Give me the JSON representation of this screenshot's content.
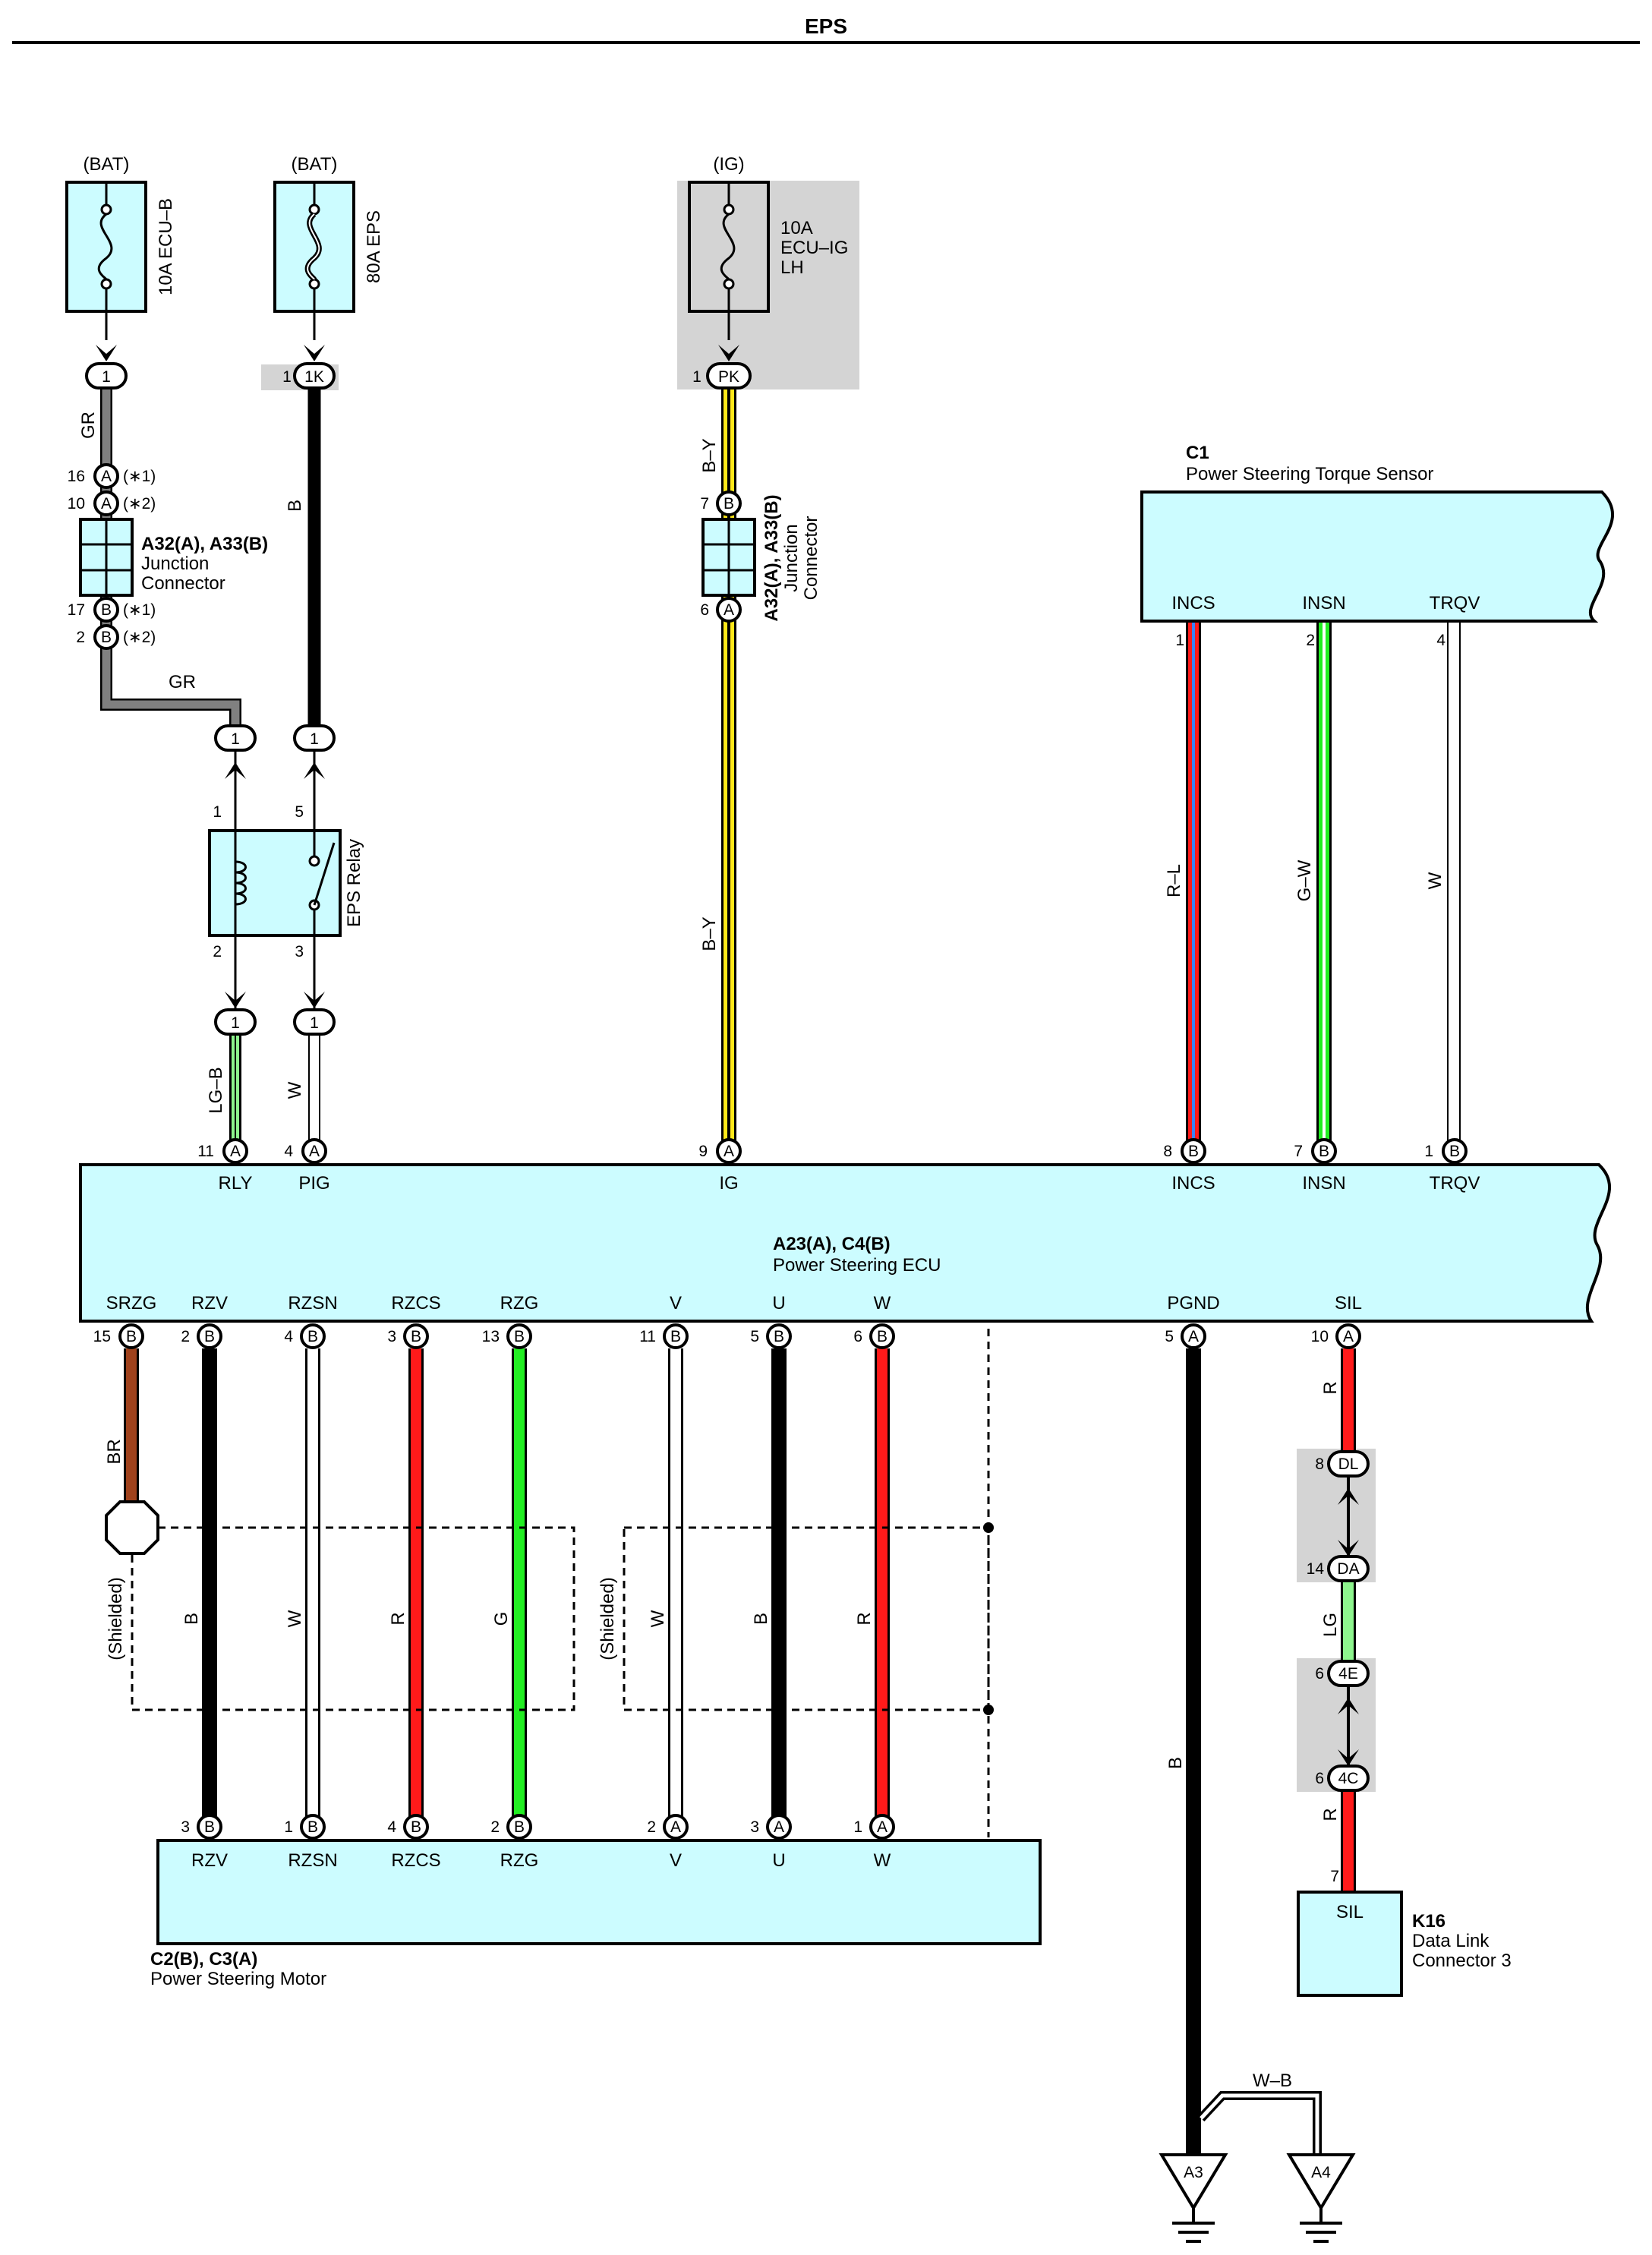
{
  "title": "EPS",
  "colors": {
    "box_fill": "#ccfcff",
    "gray_fill": "#d4d4d4",
    "B": "#000000",
    "W": "#ffffff",
    "R": "#ff1a1a",
    "G": "#22ee22",
    "GR": "#808080",
    "BR": "#a0421c",
    "Y": "#ffe81a",
    "L": "#3b82f6",
    "LG": "#8df58d"
  },
  "fuses": {
    "ecub": {
      "source": "(BAT)",
      "name": "10A ECU–B"
    },
    "eps": {
      "source": "(BAT)",
      "name": "80A EPS"
    },
    "ecuig": {
      "source": "(IG)",
      "line1": "10A",
      "line2": "ECU–IG",
      "line3": "LH"
    }
  },
  "junction_left": {
    "line1": "A32(A), A33(B)",
    "line2": "Junction",
    "line3": "Connector"
  },
  "junction_mid": {
    "line1": "A32(A), A33(B)",
    "line2": "Junction",
    "line3": "Connector"
  },
  "relay": {
    "name": "EPS Relay"
  },
  "torque_sensor": {
    "code": "C1",
    "name": "Power Steering Torque Sensor",
    "pins": [
      "INCS",
      "INSN",
      "TRQV"
    ]
  },
  "ecu": {
    "code": "A23(A), C4(B)",
    "name": "Power Steering ECU",
    "top_pins": [
      "RLY",
      "PIG",
      "IG",
      "INCS",
      "INSN",
      "TRQV"
    ],
    "bottom_pins": [
      "SRZG",
      "RZV",
      "RZSN",
      "RZCS",
      "RZG",
      "V",
      "U",
      "W",
      "PGND",
      "SIL"
    ]
  },
  "motor": {
    "code": "C2(B), C3(A)",
    "name": "Power Steering Motor",
    "pins": [
      "RZV",
      "RZSN",
      "RZCS",
      "RZG",
      "V",
      "U",
      "W"
    ]
  },
  "dlc": {
    "code": "K16",
    "line1": "Data Link",
    "line2": "Connector 3",
    "pin": "SIL"
  },
  "shielded": "(Shielded)",
  "grounds": [
    "A3",
    "A4"
  ],
  "notes": {
    "n1": "(∗1)",
    "n2": "(∗2)"
  },
  "conn": {
    "one": "1",
    "A": "A",
    "B": "B",
    "PK": "PK",
    "1K": "1K",
    "DL": "DL",
    "DA": "DA",
    "4E": "4E",
    "4C": "4C"
  },
  "wires": {
    "GR": "GR",
    "B": "B",
    "BY": "B–Y",
    "RL": "R–L",
    "GW": "G–W",
    "W": "W",
    "LGB": "LG–B",
    "BR": "BR",
    "R": "R",
    "G": "G",
    "LG": "LG",
    "WB": "W–B"
  },
  "pin_numbers": {
    "p1": "1",
    "p2": "2",
    "p3": "3",
    "p4": "4",
    "p5": "5",
    "p6": "6",
    "p7": "7",
    "p8": "8",
    "p9": "9",
    "p10": "10",
    "p11": "11",
    "p13": "13",
    "p14": "14",
    "p15": "15",
    "p16": "16",
    "p17": "17"
  }
}
